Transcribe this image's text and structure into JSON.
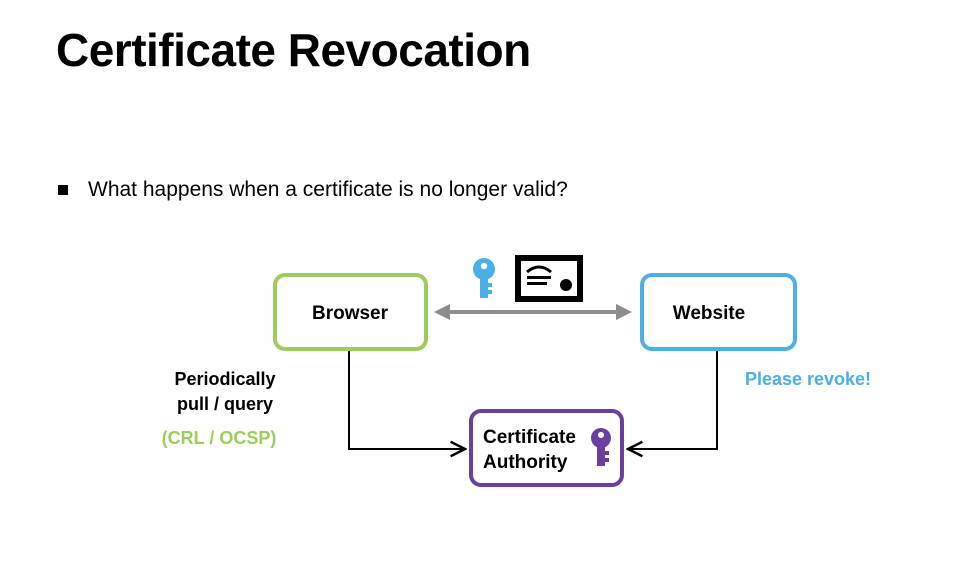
{
  "slide": {
    "title": "Certificate Revocation",
    "bullet": "What happens when a certificate is no longer valid?"
  },
  "diagram": {
    "nodes": {
      "browser": {
        "label": "Browser"
      },
      "website": {
        "label": "Website"
      },
      "ca": {
        "label_line1": "Certificate",
        "label_line2": "Authority"
      }
    },
    "edge_labels": {
      "browser_line1": "Periodically",
      "browser_line2": "pull / query",
      "browser_line3": "(CRL / OCSP)",
      "website_line1": "Please revoke!"
    },
    "icons": {
      "website_key": "key-icon",
      "certificate": "certificate-icon",
      "ca_key": "key-icon"
    }
  },
  "colors": {
    "browser": "#9ACD5B",
    "website": "#4AAFE6",
    "ca": "#6B3FA0",
    "arrow_gray": "#8C8C8C",
    "text": "#000000"
  }
}
